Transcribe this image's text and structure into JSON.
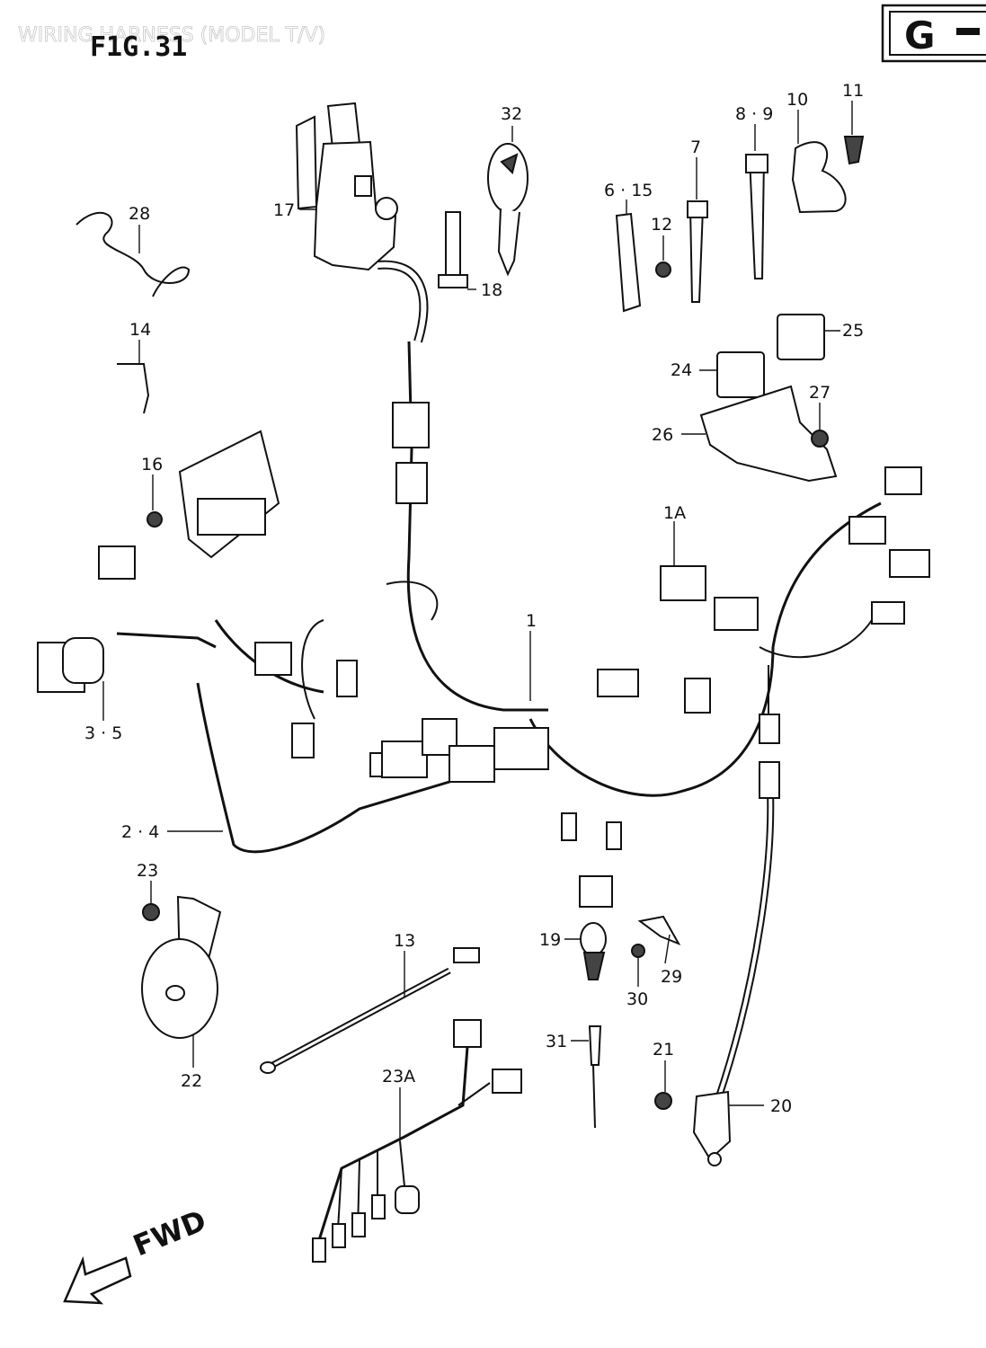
{
  "header": {
    "figure": "F1G.31",
    "faint_title": "WIRING HARNESS (MODEL T/V)",
    "section_tab": "G"
  },
  "direction": "FWD",
  "callouts": [
    {
      "id": "32",
      "text": "32"
    },
    {
      "id": "8-9",
      "text": "8 · 9"
    },
    {
      "id": "10",
      "text": "10"
    },
    {
      "id": "11",
      "text": "11"
    },
    {
      "id": "7",
      "text": "7"
    },
    {
      "id": "6-15",
      "text": "6 · 15"
    },
    {
      "id": "12",
      "text": "12"
    },
    {
      "id": "28",
      "text": "28"
    },
    {
      "id": "17",
      "text": "17"
    },
    {
      "id": "18",
      "text": "18"
    },
    {
      "id": "14",
      "text": "14"
    },
    {
      "id": "25",
      "text": "25"
    },
    {
      "id": "24",
      "text": "24"
    },
    {
      "id": "27",
      "text": "27"
    },
    {
      "id": "26",
      "text": "26"
    },
    {
      "id": "16",
      "text": "16"
    },
    {
      "id": "1A",
      "text": "1A"
    },
    {
      "id": "1",
      "text": "1"
    },
    {
      "id": "3-5",
      "text": "3 · 5"
    },
    {
      "id": "2-4",
      "text": "2 · 4"
    },
    {
      "id": "23",
      "text": "23"
    },
    {
      "id": "13",
      "text": "13"
    },
    {
      "id": "19",
      "text": "19"
    },
    {
      "id": "29",
      "text": "29"
    },
    {
      "id": "30",
      "text": "30"
    },
    {
      "id": "22",
      "text": "22"
    },
    {
      "id": "31",
      "text": "31"
    },
    {
      "id": "21",
      "text": "21"
    },
    {
      "id": "20",
      "text": "20"
    },
    {
      "id": "23A",
      "text": "23A"
    }
  ]
}
